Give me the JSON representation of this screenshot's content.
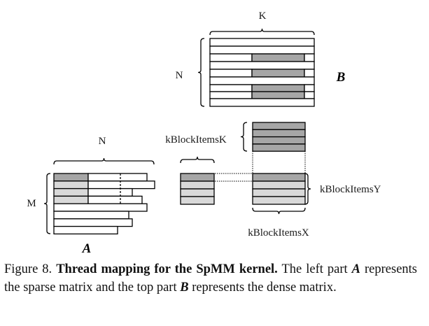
{
  "labels": {
    "k_top": "K",
    "n_top": "N",
    "b_label": "B",
    "n_left": "N",
    "m_left": "M",
    "a_label": "A",
    "kblock_k": "kBlockItemsK",
    "kblock_y": "kBlockItemsY",
    "kblock_x": "kBlockItemsX"
  },
  "colors": {
    "dark": "#a6a6a6",
    "light": "#d9d9d9"
  },
  "caption": {
    "prefix": "Figure 8. ",
    "title": "Thread mapping for the SpMM kernel.",
    "part1": " The left part ",
    "a": "A",
    "part2": " represents the sparse matrix and the top part ",
    "b": "B",
    "part3": " represents the dense matrix."
  }
}
